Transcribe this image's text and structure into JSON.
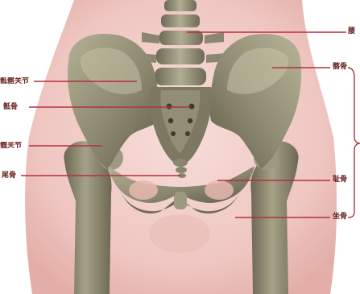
{
  "labels": {
    "lumbar": "腰",
    "sacroiliac_joint": "骶髂关节",
    "sacrum": "骶骨",
    "hip_joint": "髋关节",
    "coccyx": "尾骨",
    "ilium": "髂骨",
    "pubis": "耻骨",
    "ischium": "坐骨"
  },
  "colors": {
    "leader_line": "#b3313a",
    "bone": "#8e8a70",
    "skin": "#f1cbc6",
    "background": "#ffffff"
  }
}
